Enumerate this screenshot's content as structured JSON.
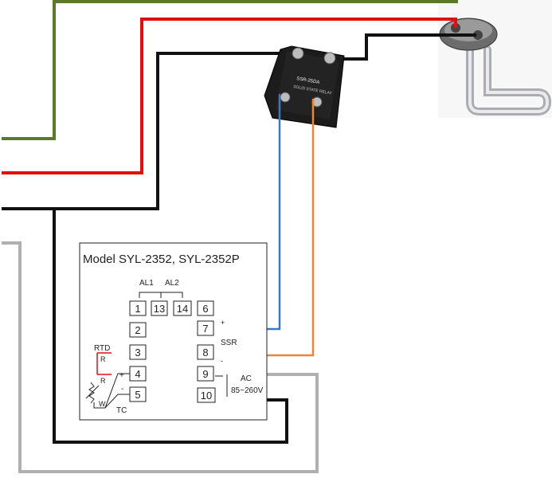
{
  "controller": {
    "title": "Model SYL-2352, SYL-2352P",
    "alarm_labels": {
      "al1": "AL1",
      "al2": "AL2"
    },
    "terminals": [
      "1",
      "2",
      "3",
      "4",
      "5",
      "6",
      "7",
      "8",
      "9",
      "10",
      "13",
      "14"
    ],
    "rtd_label": "RTD",
    "rtd_r1": "R",
    "rtd_r2": "R",
    "rtd_w": "W",
    "tc_label": "TC",
    "tc_plus": "+",
    "tc_minus": "-",
    "ssr_label": "SSR",
    "ssr_plus": "+",
    "ssr_minus": "-",
    "ac_label": "AC",
    "ac_range": "85~260V"
  },
  "relay": {
    "brand": "SSR-25DA",
    "subtitle": "SOLID STATE RELAY"
  },
  "wire_colors": {
    "ground": "#5a7a2a",
    "hot": "#e01010",
    "neutral": "#111111",
    "ac_gray": "#b0b0b0",
    "ssr_plus": "#3a78c8",
    "ssr_minus": "#e8863a"
  }
}
